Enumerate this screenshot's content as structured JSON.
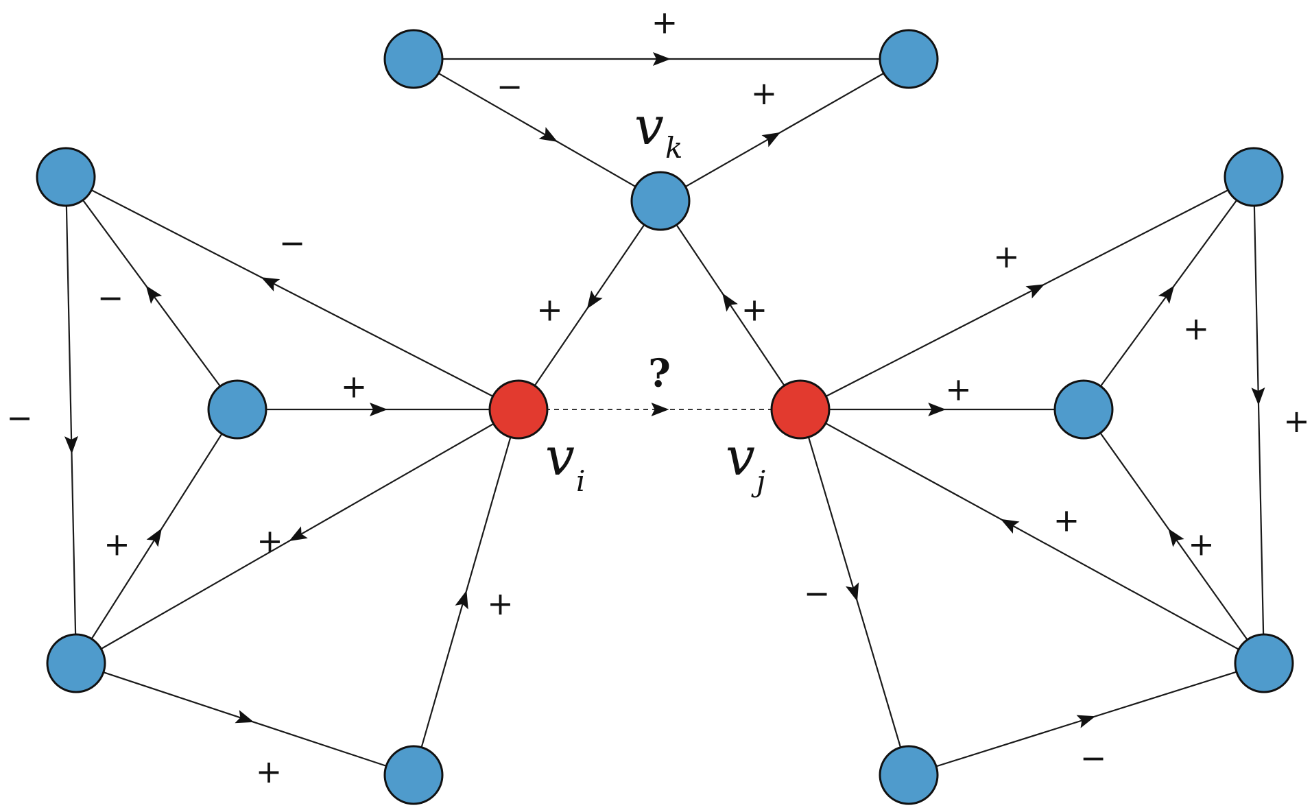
{
  "colors": {
    "node_default": "#4f9bcc",
    "node_highlight": "#e23a2f",
    "edge": "#1a1a1a"
  },
  "labels": {
    "vk": {
      "main": "v",
      "sub": "k"
    },
    "vi": {
      "main": "v",
      "sub": "i"
    },
    "vj": {
      "main": "v",
      "sub": "j"
    },
    "query": "?"
  },
  "nodes": [
    {
      "id": "t1",
      "kind": "default"
    },
    {
      "id": "t2",
      "kind": "default"
    },
    {
      "id": "vk",
      "kind": "default"
    },
    {
      "id": "l1",
      "kind": "default"
    },
    {
      "id": "l2",
      "kind": "default"
    },
    {
      "id": "l3",
      "kind": "default"
    },
    {
      "id": "l4",
      "kind": "default"
    },
    {
      "id": "vi",
      "kind": "highlight"
    },
    {
      "id": "vj",
      "kind": "highlight"
    },
    {
      "id": "r1",
      "kind": "default"
    },
    {
      "id": "r2",
      "kind": "default"
    },
    {
      "id": "r3",
      "kind": "default"
    },
    {
      "id": "r4",
      "kind": "default"
    }
  ],
  "edges": [
    {
      "from": "t1",
      "to": "t2",
      "sign": "+"
    },
    {
      "from": "t1",
      "to": "vk",
      "sign": "−"
    },
    {
      "from": "vk",
      "to": "t2",
      "sign": "+"
    },
    {
      "from": "vk",
      "to": "vi",
      "sign": "+"
    },
    {
      "from": "vj",
      "to": "vk",
      "sign": "+"
    },
    {
      "from": "vi",
      "to": "vj",
      "sign": "?",
      "dashed": true
    },
    {
      "from": "vi",
      "to": "l1",
      "sign": "−"
    },
    {
      "from": "l2",
      "to": "l1",
      "sign": "−"
    },
    {
      "from": "l1",
      "to": "l3",
      "sign": "−"
    },
    {
      "from": "l2",
      "to": "vi",
      "sign": "+"
    },
    {
      "from": "l3",
      "to": "l2",
      "sign": "+"
    },
    {
      "from": "vi",
      "to": "l3",
      "sign": "+"
    },
    {
      "from": "l3",
      "to": "l4",
      "sign": "+"
    },
    {
      "from": "l4",
      "to": "vi",
      "sign": "+"
    },
    {
      "from": "vj",
      "to": "r1",
      "sign": "+"
    },
    {
      "from": "r2",
      "to": "r1",
      "sign": "+"
    },
    {
      "from": "r1",
      "to": "r3",
      "sign": "+"
    },
    {
      "from": "vj",
      "to": "r2",
      "sign": "+"
    },
    {
      "from": "r3",
      "to": "r2",
      "sign": "+"
    },
    {
      "from": "r3",
      "to": "vj",
      "sign": "+"
    },
    {
      "from": "vj",
      "to": "r4",
      "sign": "−"
    },
    {
      "from": "r4",
      "to": "r3",
      "sign": "−"
    }
  ]
}
